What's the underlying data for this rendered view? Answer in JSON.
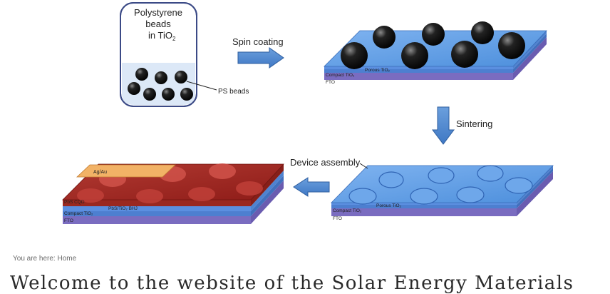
{
  "figure": {
    "beaker": {
      "title_line1": "Polystyrene",
      "title_line2": "beads",
      "title_line3_main": "in TiO",
      "title_line3_sub": "2",
      "callout": "PS beads"
    },
    "steps": {
      "spin_coating": "Spin coating",
      "sintering": "Sintering",
      "device_assembly": "Device assembly"
    },
    "layers": {
      "porous_tio2": "Porous TiO₂",
      "compact_tio2": "Compact TiO₂",
      "fto": "FTO",
      "ag_au": "Ag/Au",
      "pbs_cqd": "PbS CQD",
      "pbs_tio2_bhj": "PbS/TiO₂ BHJ"
    }
  },
  "breadcrumb": {
    "prefix": "You are here:",
    "home": "Home"
  },
  "page": {
    "heading": "Welcome to the website of the Solar Energy Materials"
  }
}
